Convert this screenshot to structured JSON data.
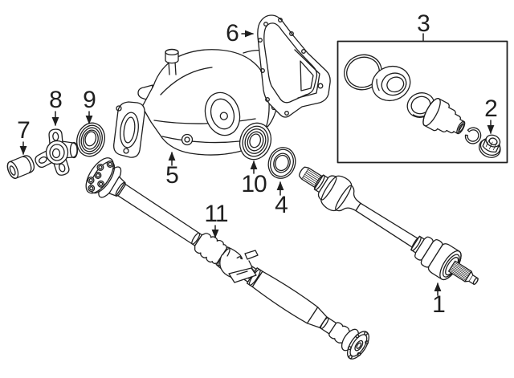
{
  "diagram": {
    "background": "#ffffff",
    "line_color": "#1f1f1f",
    "callouts": [
      {
        "label": "1"
      },
      {
        "label": "2"
      },
      {
        "label": "3"
      },
      {
        "label": "4"
      },
      {
        "label": "5"
      },
      {
        "label": "6"
      },
      {
        "label": "7"
      },
      {
        "label": "8"
      },
      {
        "label": "9"
      },
      {
        "label": "10"
      },
      {
        "label": "11"
      }
    ]
  }
}
